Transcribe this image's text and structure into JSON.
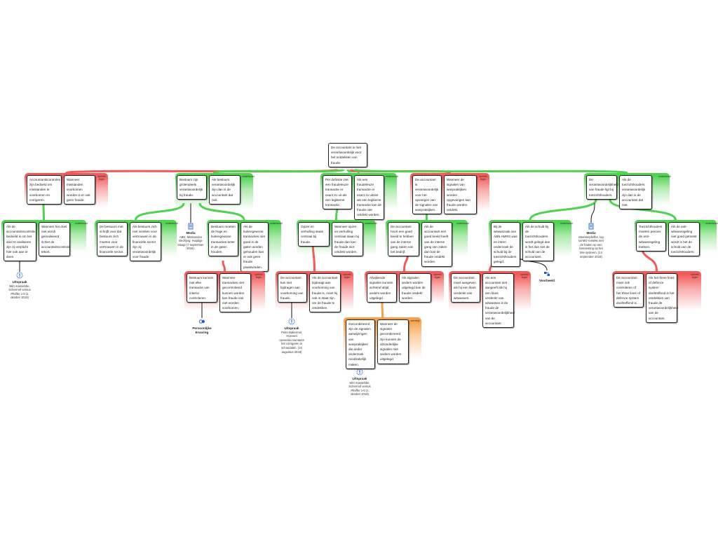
{
  "root": "De accountant is niet verantwoordelijk voor het ontdekken van fraude.",
  "relation_labels": {
    "supports": "onderbouwt",
    "opposes": "spreekt tegen",
    "rebuts": "weerlegt"
  },
  "colors": {
    "supports": "#4fd24f",
    "opposes": "#f25a5a",
    "rebuts": "#f7a04a",
    "source_icon": "#1f5fc8"
  },
  "groups": [
    {
      "type": "opposes",
      "claims": [
        "Accountantscontroles zijn bedoeld om misstanden te voorkomen en corrigeren.",
        "Wanneer misstanden voorkomen worden is er ook geen fraude."
      ]
    },
    {
      "type": "supports",
      "claims": [
        "Bestuurs zijn grotendeels verantwoordelijk bij fraude.",
        "Als bestuurs verantwoordelijk zijn dan is de accountant dat niet."
      ]
    },
    {
      "type": "supports",
      "claims": [
        "Per definitie ziet een fraudeleuze transactie er exact zo uit als een legitieme transactie.",
        "Als een fraudeleuze transactie er exact zo uitziet als een legitieme transactie kan de fraude niet ontdekt worden."
      ]
    },
    {
      "type": "opposes",
      "claims": [
        "De accountant is verantwoordelijk voor het opvangen van de signalen van wanpraktijken.",
        "Wanneer de signalen van wanpraktijken worden opgevangen kan fraude worden ontdekt."
      ]
    },
    {
      "type": "supports",
      "claims": [
        "De verantwoordelijkheid van fraude ligt bij toezichthouders.",
        "Als de toezichthouders verantwoordelijk zijn dan is de accountant dat niet."
      ]
    },
    {
      "type": "supports",
      "claims": [
        "Als de accountantscontrole bedoeld is om het doel te realiseren zijn zij verplicht hier ook aan te doen.",
        "Wanneer het doel niet wordt gerealiseerd schiet de accountantscontrole tekort."
      ]
    },
    {
      "type": "supports",
      "claims": [
        "De bestuurs met schrijft voor dat bestuurs zich moeten voor vertrouwen in de financiële sector.",
        "Als bestuurs zich niet inzetten voor vertrouwen in de financiële sector zijn zij verantwoordelijk voor fraude."
      ]
    },
    {
      "type": "supports",
      "claims": [
        "Bestuurs moeten de hoge en buitengewone transacties beter in de gaten houden.",
        "Als de buitengewone transacties niet goed in de gaten worden gehouden kan er ook geen fraude plaatsvinden."
      ]
    },
    {
      "type": "supports",
      "claims": [
        "Opzet en verhulling staan centraal bij fraude.",
        "Wanneer opzet en verhulling centraal staan bij fraude dan kan de fraude niet ontdekt worden."
      ]
    },
    {
      "type": "supports",
      "claims": [
        "De accountant hoort een goed beeld te hebben van de interne gang zaken van het bedrijf.",
        "Als de accountant een goed beeld heeft van de interne gang van zaken dan kan de fraude ontdekt worden."
      ]
    },
    {
      "type": "supports",
      "claims": [
        "Bij de witwaszaak van ABN AMRO was en intern onderzoek de schuld bij de toezichthouders gelegd.",
        "Als de schuld bij de toezichthouders wordt gelegd dan is het dus niet de schuld van de accountant."
      ]
    },
    {
      "type": "supports",
      "claims": [
        "Toezichthouders moeten precies de anti-witwasregeling toetsen.",
        "Als de anti-witwasregeling niet goed getoetst wordt is het de schuld van de toezichthouders."
      ]
    },
    {
      "type": "opposes",
      "claims": [
        "Bestuurs kunnen niet elke transactie van interne controleren.",
        "Wanneer transacties niet gecontroleerd kunnen worden kan fraude ook niet worden voorkomen."
      ]
    },
    {
      "type": "opposes",
      "claims": [
        "De accountant kan niet bijdragen aan voorkoming van fraude.",
        "Als de accountant bijdraagt aan voorkoming van fraude is, moet hij ook in staat zijn om de fraude te ontdekken."
      ]
    },
    {
      "type": "opposes",
      "claims": [
        "Afwijkende signalen kunnen achteraf altijd anders worden uitgelegd.",
        "Als signalen anders worden uitgelegd kan de fraude ontdekt worden."
      ]
    },
    {
      "type": "opposes",
      "claims": [
        "De accountant moet aangeven als hij een klant verdenkt van witwassen.",
        "Als een accountant niet aangeeft als hij een klant verdenkt van witwassen is de fraude de verantwoordelijkheid van de accountant."
      ]
    },
    {
      "type": "opposes",
      "claims": [
        "De accountant moet ook controleren of het three lines of defence system doeltreffend is.",
        "Als het three lines of defence system doeltreffend is het ontdekken van fraude de verantwoordelijkheid van de accountant."
      ]
    },
    {
      "type": "rebuts",
      "claims": [
        "Gecombineerd zijn de signalen aanwijzingen van wanpraktijken die ander onderzoek noodzakelijk maken.",
        "Wanneer de signalen gecombineerd zijn kunnen de afzonderlijke signalen niet anders worden uitgelegd."
      ]
    }
  ],
  "sources": [
    {
      "icon": "quote-icon",
      "type": "Uitspraak",
      "text": "Wim Kassebbe, Schermof versus Pfeiffer 1-0 (1 oktober 2018)"
    },
    {
      "icon": "media-icon",
      "type": "Media",
      "text": "ABN, Misstanden Bedrijvig: Huijdige klaagt (7 september 2018)."
    },
    {
      "icon": "person-icon",
      "type": "Persoonlijke Ervaring",
      "text": ""
    },
    {
      "icon": "quote-icon",
      "type": "Uitspraak",
      "text": "Peter Bakermol, Hoeveel opvoeraccountants het corrigeren in schandalen. (10 augustus 2018)"
    },
    {
      "icon": "example-icon",
      "type": "Voorbeeld",
      "text": ""
    },
    {
      "icon": "media-icon",
      "type": "Media",
      "text": "Meesterpfeiffer, log tal MG-roeteks met de fouten op een benoeming op het tele systeem. (14 september 2018)"
    },
    {
      "icon": "quote-icon",
      "type": "Uitspraak",
      "text": "Wim Kassebbe, Schermof versus Pfeiffer 1-0 (1 oktober 2018)"
    }
  ]
}
